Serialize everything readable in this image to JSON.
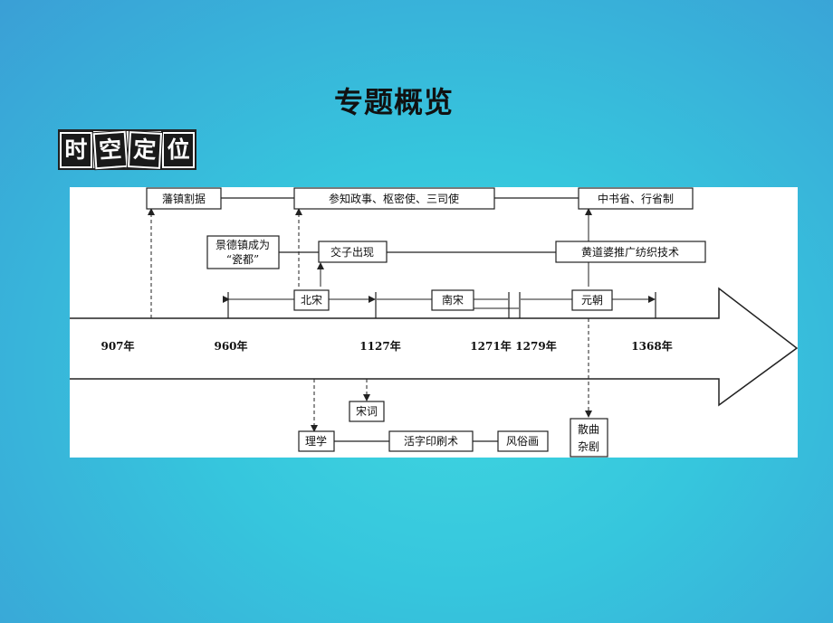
{
  "header": {
    "title": "专题概览"
  },
  "badge": {
    "chars": [
      "时",
      "空",
      "定",
      "位"
    ]
  },
  "timeline": {
    "years": [
      "907年",
      "960年",
      "1127年",
      "1271年",
      "1279年",
      "1368年"
    ],
    "periods": [
      "北宋",
      "南宋",
      "元朝"
    ],
    "boxes": {
      "fanzhen": "藩镇割据",
      "canzhi": "参知政事、枢密使、三司使",
      "zhongshu": "中书省、行省制",
      "jingdezhen_1": "景德镇成为",
      "jingdezhen_2": "“瓷都”",
      "jiaozi": "交子出现",
      "huangdaopo": "黄道婆推广纺织技术",
      "songci": "宋词",
      "lixue": "理学",
      "huozi": "活字印刷术",
      "fengsu": "风俗画",
      "sanqu_1": "散曲",
      "sanqu_2": "杂剧"
    }
  }
}
